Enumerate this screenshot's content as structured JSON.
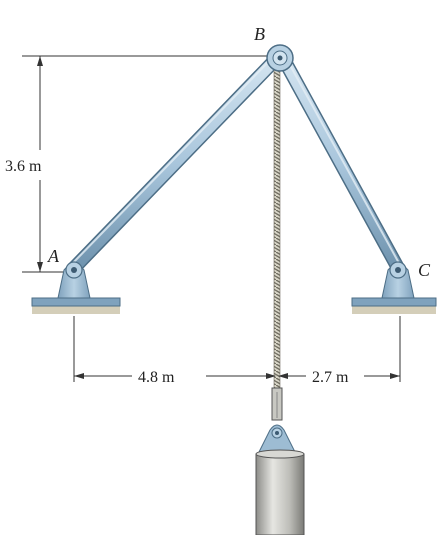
{
  "points": {
    "a": "A",
    "b": "B",
    "c": "C"
  },
  "dimensions": {
    "height": "3.6 m",
    "left_span": "4.8 m",
    "right_span": "2.7 m"
  },
  "colors": {
    "member_fill": "#a9c6dc",
    "member_edge": "#4d6e86",
    "support_fill": "#9dbcd3",
    "ground": "#c9c2a8",
    "cable": "#8a8a80",
    "weight": "#bdbdb9",
    "dim_line": "#333333"
  }
}
